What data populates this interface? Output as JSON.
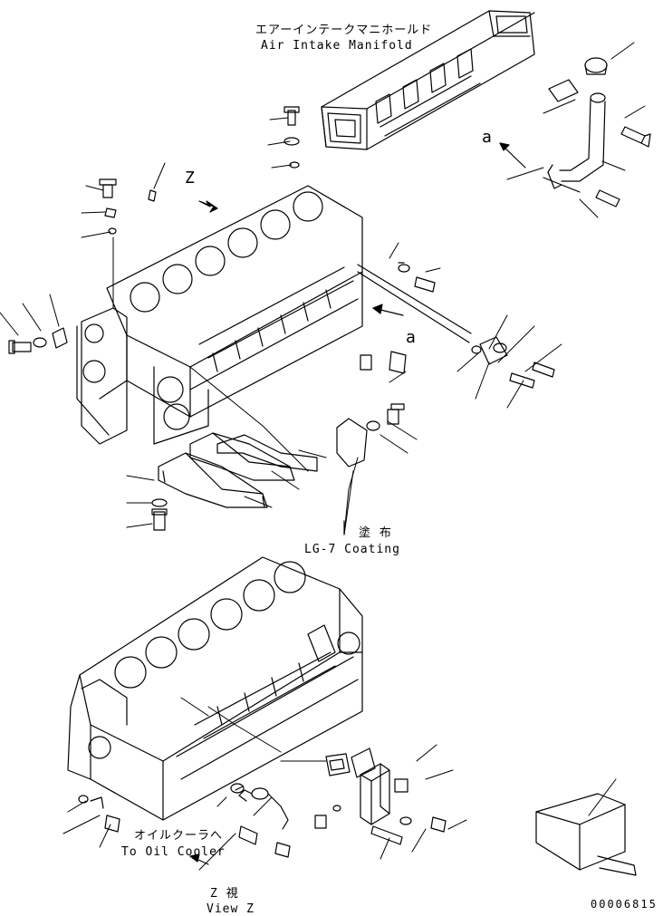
{
  "labels": {
    "manifold_jp": "エアーインテークマニホールド",
    "manifold_en": "Air Intake Manifold",
    "view_letter": "Z",
    "ref_a_top": "a",
    "ref_a_mid": "a",
    "coating_jp": "塗 布",
    "coating_en": "LG-7 Coating",
    "oil_cooler_jp": "オイルクーラへ",
    "oil_cooler_en": "To Oil Cooler",
    "view_z_jp": "Z 視",
    "view_z_en": "View Z",
    "drawing_code": "00006815"
  }
}
